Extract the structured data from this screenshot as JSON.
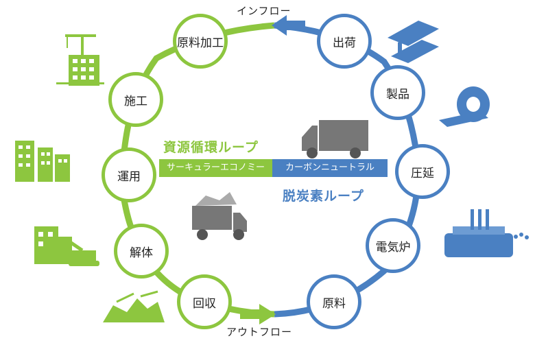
{
  "flow": {
    "in": "インフロー",
    "out": "アウトフロー"
  },
  "loops": {
    "resource": {
      "title": "資源循環ループ",
      "tag": "サーキュラーエコノミー",
      "color": "#8dc63f"
    },
    "carbon": {
      "title": "脱炭素ループ",
      "tag": "カーボンニュートラル",
      "color": "#4a80c2"
    }
  },
  "nodes": {
    "material_processing": "原料加工",
    "construction": "施工",
    "operation": "運用",
    "demolition": "解体",
    "collection": "回収",
    "shipping": "出荷",
    "product": "製品",
    "rolling": "圧延",
    "electric_furnace": "電気炉",
    "raw_material": "原料"
  },
  "icons": [
    "crane-building-icon",
    "buildings-icon",
    "demolition-excavator-icon",
    "scrap-pile-icon",
    "steel-beam-icon",
    "steel-coil-icon",
    "furnace-icon",
    "truck-icon",
    "scrap-truck-icon"
  ]
}
